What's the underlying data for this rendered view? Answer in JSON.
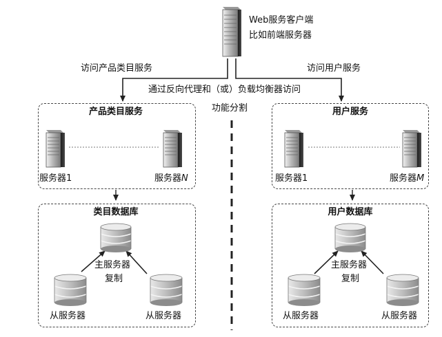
{
  "client": {
    "label_line1": "Web服务客户端",
    "label_line2": "比如前端服务器",
    "icon": "server-tower-icon"
  },
  "edges": {
    "left_label": "访问产品类目服务",
    "right_label": "访问用户服务",
    "proxy_label": "通过反向代理和（或）负载均衡器访问"
  },
  "split_label": "功能分割",
  "left": {
    "service": {
      "title": "产品类目服务",
      "server_a": "服务器1",
      "server_n_prefix": "服务器",
      "server_n_suffix": "N"
    },
    "database": {
      "title": "类目数据库",
      "master_line1": "主服务器",
      "master_line2": "复制",
      "slave_left": "从服务器",
      "slave_right": "从服务器"
    }
  },
  "right": {
    "service": {
      "title": "用户服务",
      "server_a": "服务器1",
      "server_n_prefix": "服务器",
      "server_n_suffix": "M"
    },
    "database": {
      "title": "用户数据库",
      "master_line1": "主服务器",
      "master_line2": "复制",
      "slave_left": "从服务器",
      "slave_right": "从服务器"
    }
  },
  "colors": {
    "line": "#222222",
    "box_border": "#444444",
    "server_dark": "#3a3a3a",
    "server_light": "#dcdcdc",
    "db_fill": "#c8c8c8"
  }
}
